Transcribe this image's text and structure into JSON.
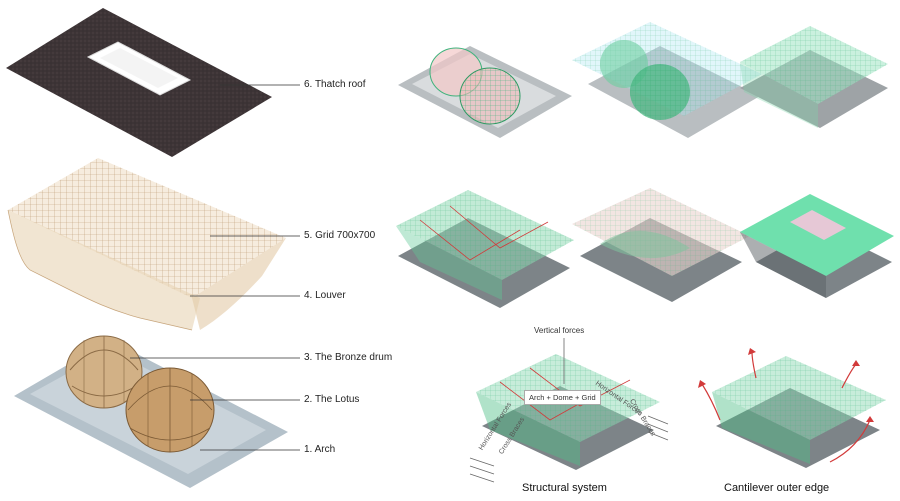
{
  "layers": [
    {
      "label": "6. Thatch roof"
    },
    {
      "label": "5. Grid 700x700"
    },
    {
      "label": "4. Louver"
    },
    {
      "label": "3. The Bronze drum"
    },
    {
      "label": "2. The Lotus"
    },
    {
      "label": "1. Arch"
    }
  ],
  "structural": {
    "caption": "Structural system",
    "vertical_forces": "Vertical forces",
    "composite": "Arch + Dome + Grid",
    "horizontal_forces_right": "Horizontal Forces",
    "cross_braces_right": "Cross Braces",
    "horizontal_forces_left": "Horizontal Forces",
    "cross_braces_left": "Cross Braces"
  },
  "cantilever": {
    "caption": "Cantilever outer edge"
  },
  "colors": {
    "roof": "#3d3436",
    "timber": "#c9a77a",
    "green_mesh": "#5fd39a",
    "red_lines": "#d23a3a",
    "base": "#9ea3a6"
  }
}
